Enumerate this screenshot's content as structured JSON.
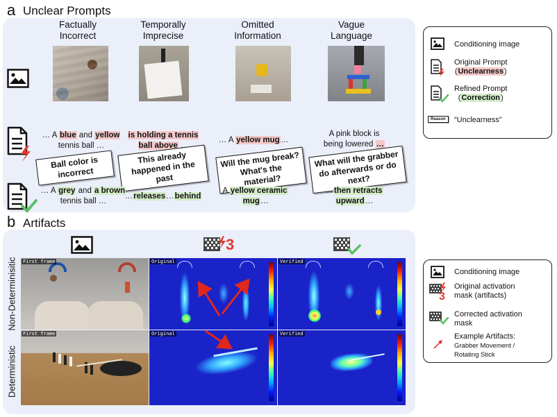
{
  "section_a": {
    "letter": "a",
    "title": "Unclear Prompts",
    "columns": [
      {
        "header": "Factually\nIncorrect"
      },
      {
        "header": "Temporally\nImprecise"
      },
      {
        "header": "Omitted\nInformation"
      },
      {
        "header": "Vague\nLanguage"
      }
    ],
    "original_prompts": {
      "c1_pre": "… A ",
      "c1_h1": "blue",
      "c1_mid": " and ",
      "c1_h2": "yellow",
      "c1_post": "tennis ball …",
      "c2_h1": "is holding a tennis",
      "c2_h2": "ball above",
      "c2_post": " …",
      "c3_pre": "… A ",
      "c3_h1": "yellow mug",
      "c3_post": "…",
      "c4_l1": "A pink block is",
      "c4_pre": "being lowered ",
      "c4_h1": "…"
    },
    "reasons": {
      "c1": "Ball color is incorrect",
      "c2": "This already happened in the past",
      "c3": "Will the mug break? What's the material?",
      "c4": "What will the grabber do afterwards or do next?"
    },
    "refined_prompts": {
      "c1_pre": "… A ",
      "c1_h1": "grey",
      "c1_mid": " and ",
      "c1_h2": "a brown",
      "c1_post": "tennis ball …",
      "c2_pre": "…",
      "c2_h1": "releases",
      "c2_mid": "…",
      "c2_h2": "behind",
      "c3_pre": "A ",
      "c3_h1": "yellow ceramic",
      "c3_h2": "mug",
      "c3_post": "…",
      "c4_pre": "…",
      "c4_h1": "then retracts",
      "c4_h2": "upward",
      "c4_post": "…"
    }
  },
  "legend_a": {
    "conditioning": "Conditioning image",
    "original_1": "Original Prompt",
    "original_2": "Unclearness",
    "refined_1": "Refined Prompt",
    "refined_2": "Correction",
    "reason_badge": "Reason",
    "reason_text": "“Unclearness”"
  },
  "section_b": {
    "letter": "b",
    "title": "Artifacts",
    "badge_number": "3",
    "row_labels": [
      "Non-Determinisitic",
      "Deterministic"
    ],
    "frame_labels": {
      "first": "First frame",
      "original": "Original",
      "verified": "Verified"
    }
  },
  "legend_b": {
    "conditioning": "Conditioning image",
    "original_1": "Original activation",
    "original_2": "mask (artifacts)",
    "badge_number": "3",
    "corrected_1": "Corrected activation",
    "corrected_2": "mask",
    "example_1": "Example Artifacts:",
    "example_2": "Grabber Movement /",
    "example_3": "Rotating Stick"
  },
  "colors": {
    "panel_bg": "#ebeffa",
    "highlight_red": "#f3c9c9",
    "highlight_green": "#d4ecc8",
    "bolt_red": "#e23b2e",
    "check_green": "#5cbf63",
    "arrow_red": "#e0281c"
  }
}
